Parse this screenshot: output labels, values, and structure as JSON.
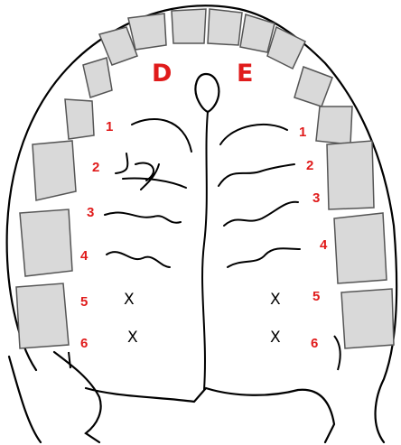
{
  "colors": {
    "label": "#e01b1b",
    "stroke": "#000000",
    "tooth_fill": "#d9d9d9",
    "tooth_stroke": "#555555",
    "background": "#ffffff"
  },
  "sides": {
    "right_letter": "D",
    "left_letter": "E"
  },
  "right_labels": [
    "1",
    "2",
    "3",
    "4",
    "5",
    "6"
  ],
  "left_labels": [
    "1",
    "2",
    "3",
    "4",
    "5",
    "6"
  ],
  "absent_mark": "X"
}
